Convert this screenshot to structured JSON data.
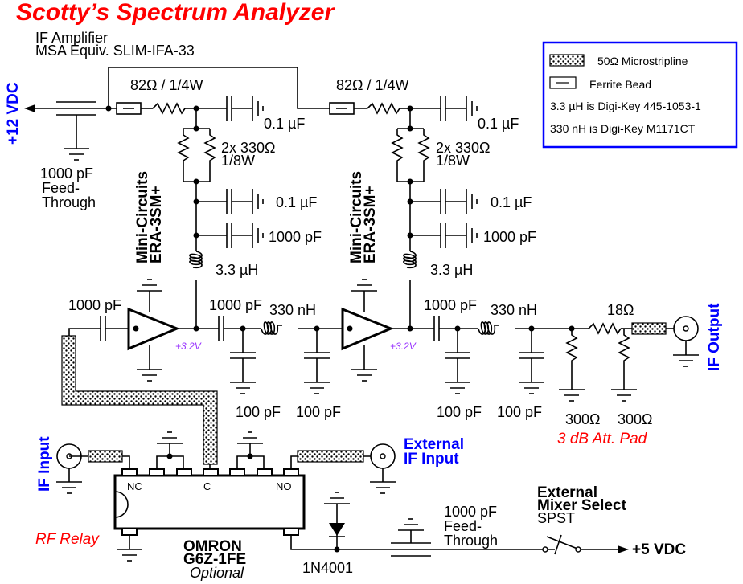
{
  "title": "Scotty’s Spectrum Analyzer",
  "subtitle": [
    "IF Amplifier",
    "MSA Equiv. SLIM-IFA-33"
  ],
  "colors": {
    "title": "#ff0000",
    "ports": "#0000ff",
    "voltage_note": "#9933ff",
    "legend_border": "#0000ff"
  },
  "legend": {
    "microstrip": "50Ω Microstripline",
    "ferrite": "Ferrite Bead",
    "note1": "3.3 µH is Digi-Key 445-1053-1",
    "note2": "330 nH is Digi-Key M1171CT"
  },
  "ports": {
    "supply_12v": "+12 VDC",
    "if_output": "IF Output",
    "if_input": "IF Input",
    "external_if_input": [
      "External",
      "IF Input"
    ],
    "supply_5v": "+5 VDC"
  },
  "stage1": {
    "bias_resistor": "82Ω / 1/4W",
    "bypass_top": "0.1 µF",
    "parallel_res": [
      "2x 330Ω",
      "1/8W"
    ],
    "bypass_1": "0.1 µF",
    "bypass_2": "1000 pF",
    "choke": "3.3 µH",
    "amp_label": [
      "Mini-Circuits",
      "ERA-3SM+"
    ],
    "input_cap": "1000 pF",
    "output_cap": "1000 pF",
    "inductor": "330 nH",
    "shunt_caps": [
      "100 pF",
      "100 pF"
    ],
    "voltage": "+3.2V"
  },
  "stage2": {
    "bias_resistor": "82Ω / 1/4W",
    "bypass_top": "0.1 µF",
    "parallel_res": [
      "2x 330Ω",
      "1/8W"
    ],
    "bypass_1": "0.1 µF",
    "bypass_2": "1000 pF",
    "choke": "3.3 µH",
    "amp_label": [
      "Mini-Circuits",
      "ERA-3SM+"
    ],
    "output_cap": "1000 pF",
    "inductor": "330 nH",
    "shunt_caps": [
      "100 pF",
      "100 pF"
    ],
    "voltage": "+3.2V"
  },
  "feedthrough_12v": [
    "1000 pF",
    "Feed-",
    "Through"
  ],
  "attenuator": {
    "series": "18Ω",
    "shunt": [
      "300Ω",
      "300Ω"
    ],
    "label": "3 dB Att. Pad"
  },
  "relay": {
    "pins": [
      "NC",
      "C",
      "NO"
    ],
    "label": "RF Relay",
    "part": [
      "OMRON",
      "G6Z-1FE"
    ],
    "note": "Optional"
  },
  "diode": "1N4001",
  "feedthrough_5v": [
    "1000 pF",
    "Feed-",
    "Through"
  ],
  "switch": {
    "label": [
      "External",
      "Mixer Select"
    ],
    "type": "SPST"
  }
}
